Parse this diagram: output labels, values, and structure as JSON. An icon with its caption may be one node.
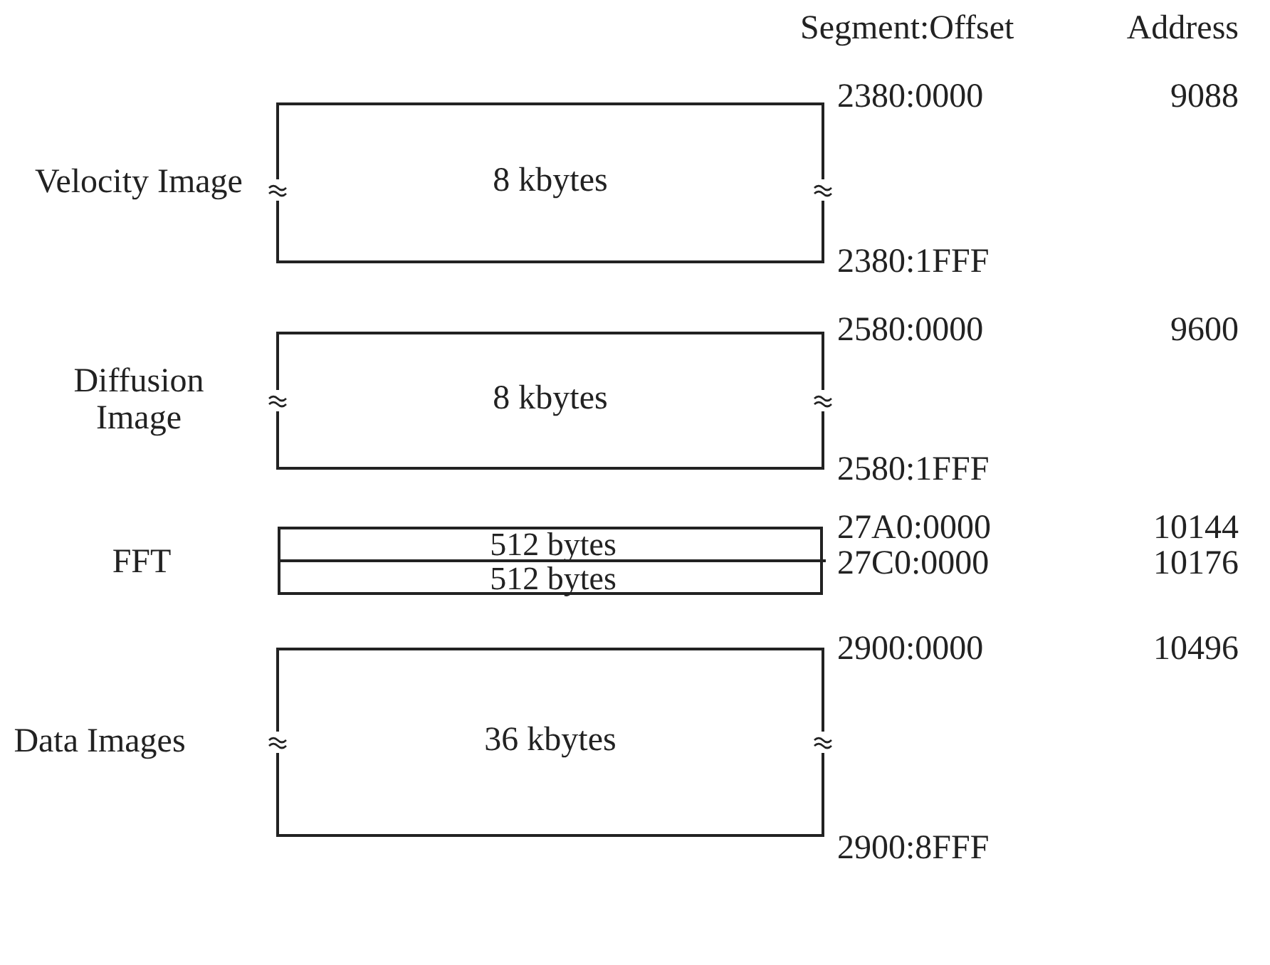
{
  "diagram": {
    "nodes": [
      {
        "text": [
          "8 kbytes"
        ],
        "beside": [
          "Velocity Image"
        ]
      },
      {
        "text": [
          "8 kbytes"
        ],
        "beside": [
          "Diffusion Image"
        ]
      },
      {
        "text": [],
        "shape": "box",
        "beside": [
          "FFT"
        ]
      },
      {
        "text": [
          "512 bytes"
        ],
        "in": 2
      },
      {
        "text": [
          "512 bytes"
        ],
        "in": 2
      },
      {
        "text": [
          "36 kbytes"
        ],
        "beside": [
          "Data Images"
        ]
      }
    ],
    "labels": [
      "Segment:Offset",
      "Address",
      "2380:0000",
      "9088",
      "2380:1FFF",
      "2580:0000",
      "9600",
      "2580:1FFF",
      "27A0:0000",
      "10144",
      "27C0:0000",
      "10176",
      "2900:0000",
      "10496",
      "2900:8FFF"
    ]
  }
}
